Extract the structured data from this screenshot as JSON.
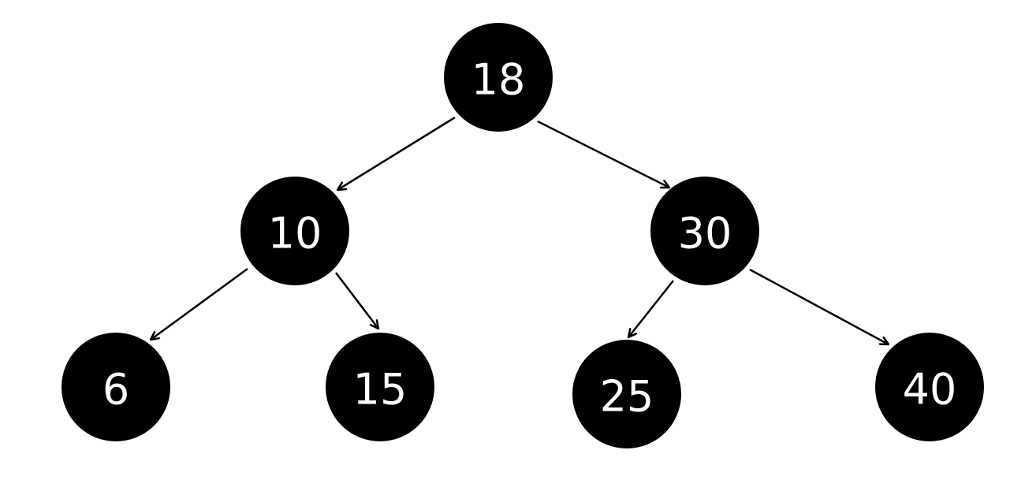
{
  "diagram": {
    "type": "binary-tree",
    "colors": {
      "background": "#ffffff",
      "node_fill": "#000000",
      "node_text": "#ffffff",
      "edge": "#000000"
    },
    "nodes": [
      {
        "id": "n18",
        "label": "18"
      },
      {
        "id": "n10",
        "label": "10"
      },
      {
        "id": "n30",
        "label": "30"
      },
      {
        "id": "n6",
        "label": "6"
      },
      {
        "id": "n15",
        "label": "15"
      },
      {
        "id": "n25",
        "label": "25"
      },
      {
        "id": "n40",
        "label": "40"
      }
    ],
    "edges": [
      {
        "from": "n18",
        "to": "n10"
      },
      {
        "from": "n18",
        "to": "n30"
      },
      {
        "from": "n10",
        "to": "n6"
      },
      {
        "from": "n10",
        "to": "n15"
      },
      {
        "from": "n30",
        "to": "n25"
      },
      {
        "from": "n30",
        "to": "n40"
      }
    ]
  }
}
